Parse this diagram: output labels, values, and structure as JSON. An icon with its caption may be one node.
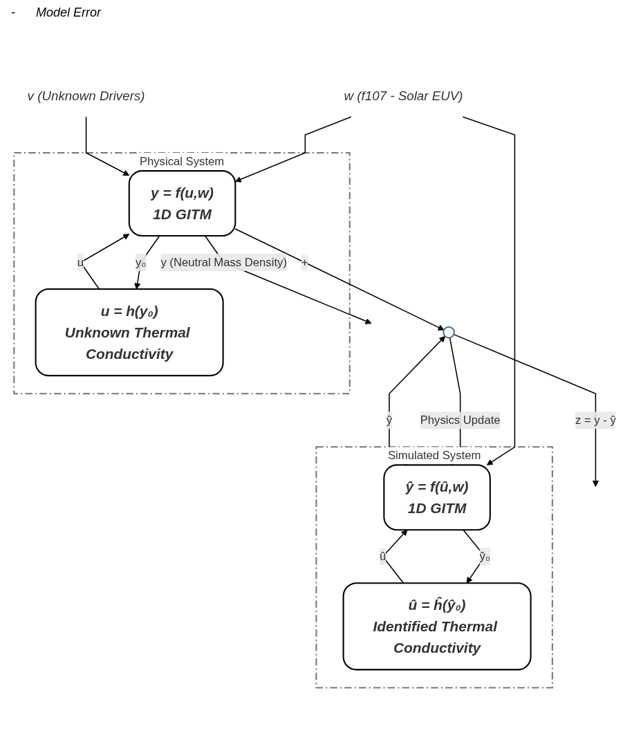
{
  "diagram": {
    "nodes": [
      {
        "text": [
          "Physical System"
        ]
      },
      {
        "text": [
          "y = f(u,w)",
          "1D GITM"
        ],
        "in": 0
      },
      {
        "text": [
          "u = h(y₀)",
          "Unknown Thermal Conductivity"
        ],
        "in": 0
      },
      {
        "text": [
          "Simulated System"
        ]
      },
      {
        "text": [
          "ŷ = f(û,w)",
          "1D GITM"
        ],
        "in": 3
      },
      {
        "text": [
          "û = ĥ(ŷ₀)",
          "Identified Thermal Conductivity"
        ],
        "in": 3
      },
      {
        "text": [],
        "shape": "circle"
      },
      {
        "text": [
          "w (f107 - Solar EUV)"
        ]
      },
      {
        "text": [
          "v (Unknown Drivers)"
        ]
      }
    ],
    "edges": [
      {
        "from": 7,
        "to": 1,
        "arrow": "to"
      },
      {
        "from": 7,
        "to": 4,
        "arrow": "to"
      },
      {
        "from": 8,
        "to": 1,
        "arrow": "to"
      },
      {
        "from": 1,
        "to": 2,
        "label": "y₀",
        "arrow": "to"
      },
      {
        "from": 2,
        "to": 1,
        "label": "u",
        "arrow": "to"
      },
      {
        "from": 1,
        "to": null,
        "label": "y (Neutral Mass Density)",
        "arrow": "to"
      },
      {
        "from": 1,
        "to": 6,
        "label": "+",
        "arrow": "to"
      },
      {
        "from": 4,
        "to": 6,
        "label": "ŷ",
        "arrow": "to"
      },
      {
        "from": 4,
        "to": 5,
        "label": "ŷ₀",
        "arrow": "to"
      },
      {
        "from": 5,
        "to": 4,
        "label": "û",
        "arrow": "to"
      },
      {
        "from": 6,
        "to": null,
        "label": "z = y - ŷ",
        "arrow": "to"
      },
      {
        "from": 6,
        "to": 4,
        "label": "Physics Update",
        "arrow": "to"
      }
    ],
    "labels": [
      "-",
      "Model Error"
    ]
  }
}
